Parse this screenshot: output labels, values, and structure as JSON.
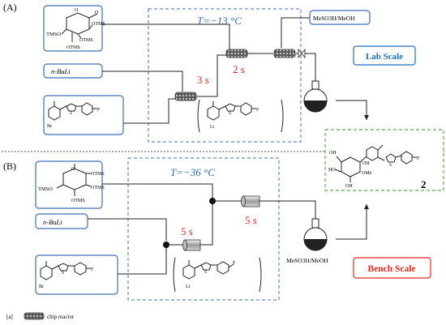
{
  "sections": {
    "a": {
      "label": "(A)",
      "temperature": "T=−13 °C",
      "time1": "3 s",
      "time2": "2 s",
      "scale": "Lab Scale"
    },
    "b": {
      "label": "(B)",
      "temperature": "T=−36 °C",
      "time1": "5 s",
      "time2": "5 s",
      "scale": "Bench Scale"
    }
  },
  "reagents": {
    "nbuli": "n-BuLi",
    "acid_top": "MeSO3H/MeOH",
    "acid_bottom": "MeSO3H/MeOH"
  },
  "structure_labels": {
    "tms_ether": "TMSO",
    "otms": "OTMS",
    "carbonyl_o": "O",
    "ring_o": "O",
    "bromo": "Br",
    "lithio": "Li",
    "fluoro": "F",
    "thiophene_s": "S",
    "product_oh": "OH",
    "product_ho": "HO",
    "product_ome": "OMe",
    "product_number": "2"
  },
  "footnote": {
    "tag": "[a]",
    "text": "chip reactor"
  },
  "colors": {
    "dashed_blue": "#3f6fb5",
    "temp_blue": "#2f6db5",
    "time_red": "#e0281c",
    "lab_scale": "#1f6fbf",
    "bench_scale": "#e0281c",
    "product_box": "#5ab04a",
    "reagent_box": "#3f6fb5"
  }
}
